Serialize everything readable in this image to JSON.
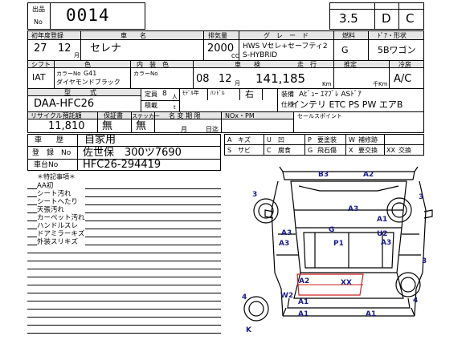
{
  "header": {
    "lot_label_top": "出品",
    "lot_label_bottom": "No",
    "lot_number": "0014",
    "score": "3.5",
    "interior_grade": "D",
    "exterior_grade": "C"
  },
  "row1": {
    "labels": {
      "first_reg": "初年度登録",
      "car_name": "車　　名",
      "displacement": "排気量",
      "grade": "グ　レ　ー　ド",
      "fuel": "燃料",
      "door_shape": "ﾄﾞｱ・形状"
    },
    "year": "27",
    "month": "12",
    "month_unit": "月",
    "car_name": "セレナ",
    "displacement": "2000",
    "grade_line1": "HWS Vセレ+セーフティ2",
    "cc_unit": "CC",
    "grade_line2": "S-HYBRID",
    "fuel": "G",
    "door_shape": "5Bワゴン"
  },
  "row2": {
    "labels": {
      "shift": "シフト",
      "color": "色",
      "interior_color": "内　装　色",
      "inspection": "車　　検",
      "mileage": "走　行",
      "estimate": "推定",
      "ac": "冷房"
    },
    "shift": "IAT",
    "color_no_label": "カラーNo",
    "color_no": "G41",
    "color_name": "ダイヤモンドブラック",
    "interior_color_no_label": "カラーNo",
    "inspection_year": "08",
    "inspection_month": "12",
    "inspection_month_unit": "月",
    "mileage": "141,185",
    "mileage_unit": "Km",
    "estimate_unit": "千Km",
    "ac": "A/C"
  },
  "row3": {
    "labels": {
      "model": "型　　　式",
      "capacity": "定員",
      "capacity_unit": "人",
      "load": "積載",
      "load_unit": "t",
      "model_year": "ﾓﾃﾞﾙ年",
      "steering": "ﾊﾝﾄﾞﾙ",
      "handle_side": "右",
      "equipment": "装備",
      "spec": "仕様"
    },
    "model": "DAA-HFC26",
    "capacity": "8",
    "equipment_line1": "Aﾋﾞｭｰ ｴﾏﾌﾞﾚ ASﾄﾞｱ",
    "equipment_line2": "インテリ ETC PS PW エアB"
  },
  "row4": {
    "labels": {
      "recycle": "リサイクル預託額",
      "warranty": "保証書",
      "sticker": "ステッカー",
      "name_change_deadline": "名 変 期 限",
      "nox": "NOx・PM",
      "sales_point": "セールスポイント",
      "month": "月",
      "day_deadline": "日迄"
    },
    "recycle_amount": "11,810",
    "warranty": "無",
    "sticker": "無"
  },
  "history": {
    "label": "車　　歴",
    "value": "自家用",
    "reg_label": "登　録　No",
    "reg_value": "佐世保　300ツ7690",
    "frame_label": "車台No",
    "frame_value": "HFC26-294419"
  },
  "legend": [
    [
      "A",
      "キズ",
      "U",
      "凹",
      "P",
      "要塗装",
      "W",
      "補修跡"
    ],
    [
      "S",
      "サビ",
      "C",
      "腐食",
      "G",
      "飛石傷",
      "X",
      "要交換",
      "XX",
      "交換"
    ]
  ],
  "notes": {
    "title": "＊特記事項＊",
    "items": [
      "AA初",
      "シート汚れ",
      "シートへたり",
      "天張汚れ",
      "カーペット汚れ",
      "ハンドルスレ",
      "ドアミラーキズ",
      "外装スリキズ"
    ]
  },
  "diagram_marks": [
    "B3",
    "A2",
    "3",
    "A3",
    "3",
    "A1",
    "A3",
    "G",
    "U2",
    "P1",
    "A3",
    "A3",
    "3",
    "A2",
    "XX",
    "W2",
    "A1",
    "A1",
    "A1",
    "4",
    "4",
    "K"
  ],
  "colors": {
    "mark_blue": "#1a1a8c",
    "damage_red": "#cc2020",
    "header_gray": "#e6e6e6"
  }
}
